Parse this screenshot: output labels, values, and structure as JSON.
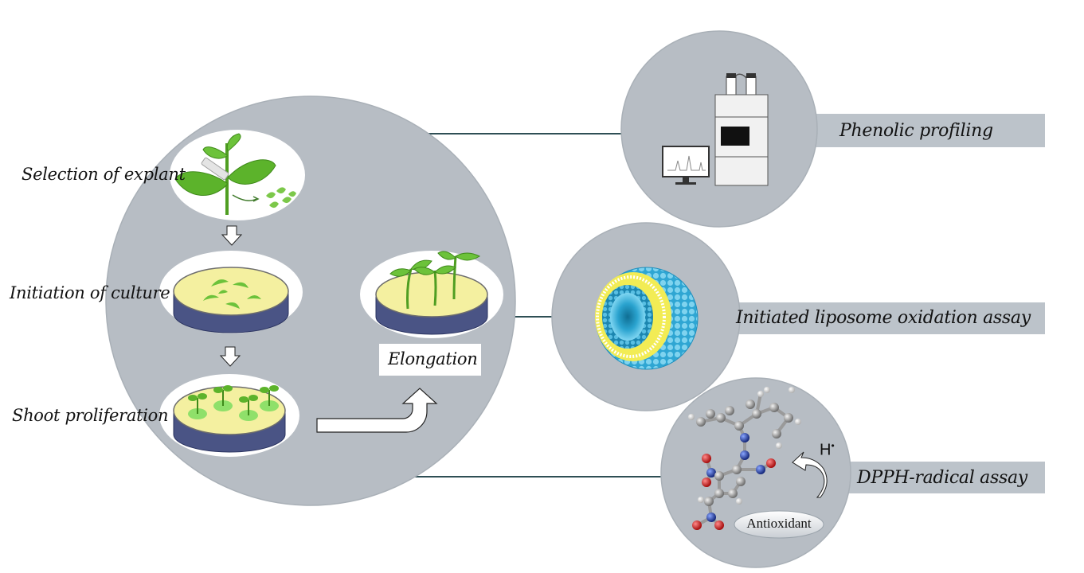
{
  "steps": {
    "selection": "Selection of explant",
    "initiation": "Initiation of culture",
    "proliferation": "Shoot proliferation",
    "elongation": "Elongation"
  },
  "assays": {
    "phenolic": "Phenolic profiling",
    "liposome": "Initiated liposome oxidation assay",
    "dpph": "DPPH-radical assay"
  },
  "molecule": {
    "radical_label": "H",
    "radical_dot": "•",
    "antioxidant_label": "Antioxidant"
  },
  "colors": {
    "main_circle": "#b7bdc4",
    "band": "#bcc3ca",
    "leaf_green": "#5cb32b",
    "agar": "#f4f0a0",
    "dish_wall": "#4a5485",
    "connector": "#2f4f55",
    "liposome_blue": "#3fb3dc",
    "liposome_yellow": "#f2ec55",
    "atom_red": "#cc1e1e",
    "atom_blue": "#1f3fa8",
    "atom_grey": "#8c8c8c"
  }
}
